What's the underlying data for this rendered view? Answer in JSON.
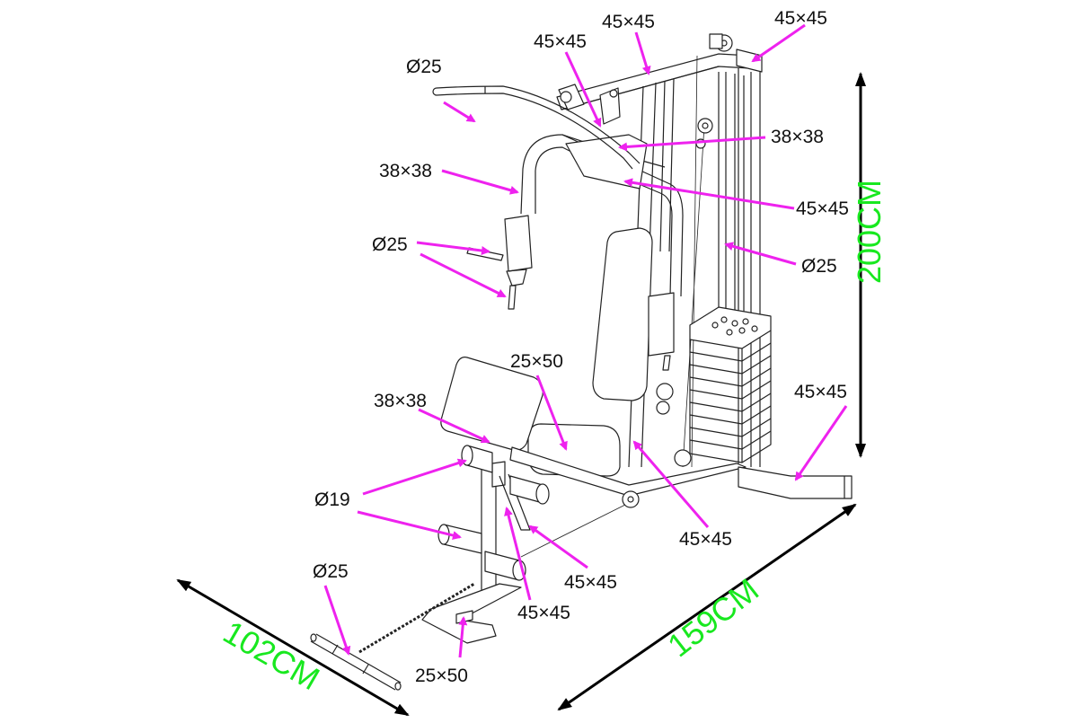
{
  "diagram": {
    "subject": "Home gym multi-station",
    "colors": {
      "annotation_arrow": "#ee22ee",
      "dimension_text": "#18e81f",
      "dimension_arrow": "#000000",
      "line_art": "#222222"
    },
    "overall_dimensions": {
      "height": "200CM",
      "length": "159CM",
      "width": "102CM"
    },
    "tube_labels": [
      {
        "id": "top-left-frame",
        "text": "45×45"
      },
      {
        "id": "top-beam",
        "text": "45×45"
      },
      {
        "id": "top-right-corner",
        "text": "45×45"
      },
      {
        "id": "lat-bar",
        "text": "Ø25"
      },
      {
        "id": "front-pulley-bracket",
        "text": "38×38"
      },
      {
        "id": "press-arm",
        "text": "38×38"
      },
      {
        "id": "press-arm-pivot",
        "text": "45×45"
      },
      {
        "id": "guide-rod",
        "text": "Ø25"
      },
      {
        "id": "press-handles",
        "text": "Ø25"
      },
      {
        "id": "seat-frame",
        "text": "25×50"
      },
      {
        "id": "preacher-post",
        "text": "38×38"
      },
      {
        "id": "rear-base",
        "text": "45×45"
      },
      {
        "id": "leg-rollers",
        "text": "Ø19"
      },
      {
        "id": "center-post",
        "text": "45×45"
      },
      {
        "id": "leg-ext-arm",
        "text": "45×45"
      },
      {
        "id": "front-upright",
        "text": "45×45"
      },
      {
        "id": "ankle-bar",
        "text": "Ø25"
      },
      {
        "id": "front-foot",
        "text": "25×50"
      }
    ]
  }
}
